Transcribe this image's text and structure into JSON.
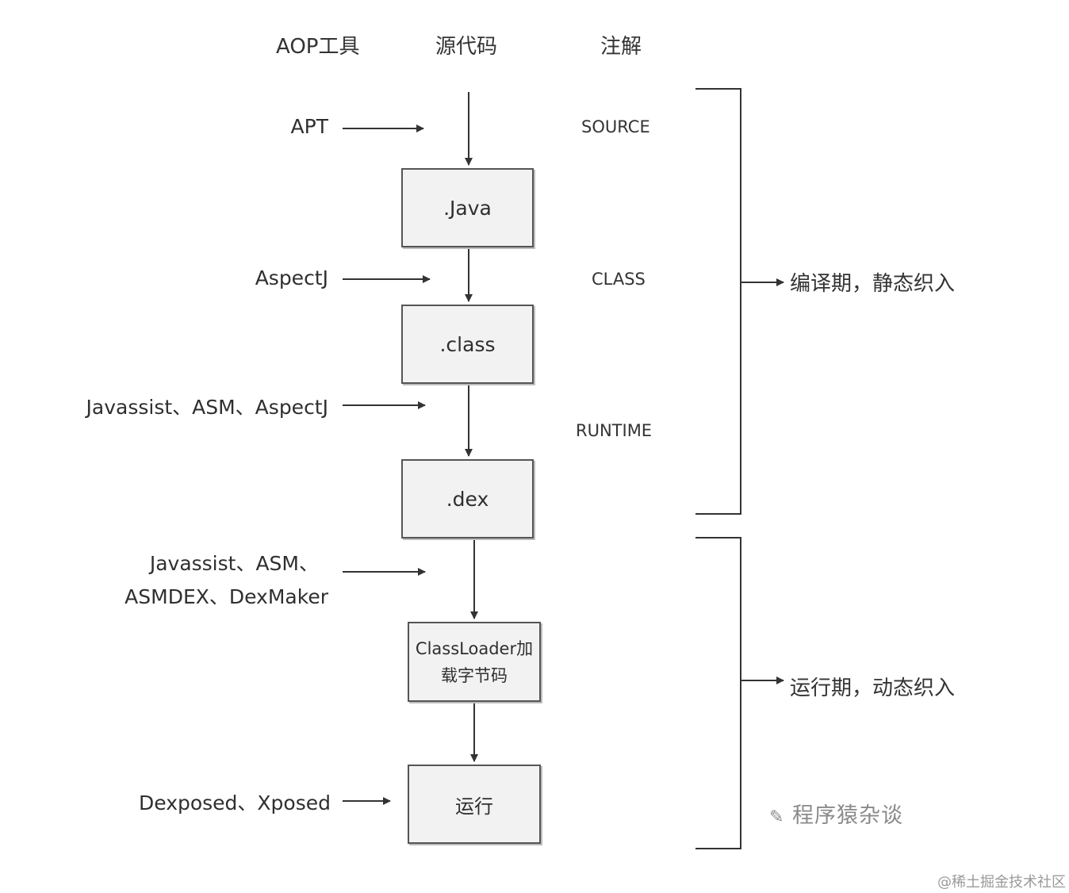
{
  "headers": {
    "tools": "AOP工具",
    "source": "源代码",
    "annotation": "注解"
  },
  "tools": {
    "apt": "APT",
    "aspectj": "AspectJ",
    "class_tools": "Javassist、ASM、AspectJ",
    "dex_tools_line1": "Javassist、ASM、",
    "dex_tools_line2": "ASMDEX、DexMaker",
    "runtime_tools": "Dexposed、Xposed"
  },
  "annotations": {
    "source": "SOURCE",
    "class": "CLASS",
    "runtime": "RUNTIME"
  },
  "boxes": {
    "java": ".Java",
    "class": ".class",
    "dex": ".dex",
    "classloader_line1": "ClassLoader加",
    "classloader_line2": "载字节码",
    "run": "运行"
  },
  "phases": {
    "compile": "编译期，静态织入",
    "runtime": "运行期，动态织入"
  },
  "watermark": "程序猿杂谈",
  "credit": "@稀土掘金技术社区"
}
